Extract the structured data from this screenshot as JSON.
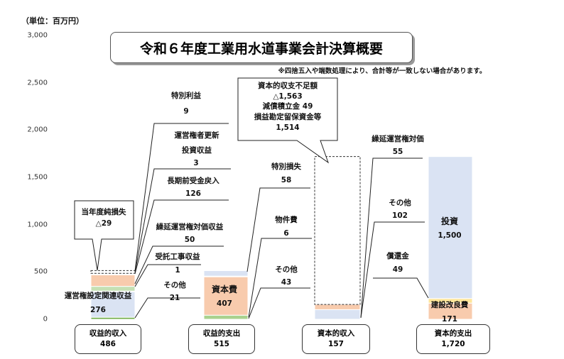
{
  "unit_label": "（単位：百万円）",
  "title": "令和６年度工業用水道事業会計決算概要",
  "note": "※四捨五入や端数処理により、合計等が一致しない場合があります。",
  "chart_data": {
    "type": "bar",
    "title": "令和６年度工業用水道事業会計決算概要",
    "ylabel": "百万円",
    "ylim": [
      0,
      3000
    ],
    "yticks": [
      "0",
      "500",
      "1,000",
      "1,500",
      "2,000",
      "2,500",
      "3,000"
    ],
    "categories": [
      {
        "name": "収益的収入",
        "total": "486"
      },
      {
        "name": "収益的支出",
        "total": "515"
      },
      {
        "name": "資本的収入",
        "total": "157"
      },
      {
        "name": "資本的支出",
        "total": "1,720"
      }
    ],
    "stacks": [
      [
        {
          "name": "その他",
          "value": 21,
          "color": "#70ad47"
        },
        {
          "name": "運営権設定関連収益",
          "value": 276,
          "color": "#dae3f3"
        },
        {
          "name": "受託工事収益",
          "value": 1,
          "color": "#ffffff"
        },
        {
          "name": "繰延運営権対価収益",
          "value": 50,
          "color": "#c5e0b4"
        },
        {
          "name": "長期前受金戻入",
          "value": 126,
          "color": "#f8cbad"
        },
        {
          "name": "運営権者更新投資収益",
          "value": 3,
          "color": "#ffe699"
        },
        {
          "name": "特別利益",
          "value": 9,
          "color": "#dae3f3"
        }
      ],
      [
        {
          "name": "その他",
          "value": 43,
          "color": "#a9d18e"
        },
        {
          "name": "資本費",
          "value": 407,
          "color": "#f8cbad"
        },
        {
          "name": "物件費",
          "value": 6,
          "color": "#ffffff"
        },
        {
          "name": "特別損失",
          "value": 58,
          "color": "#dae3f3"
        }
      ],
      [
        {
          "name": "その他",
          "value": 102,
          "color": "#dae3f3"
        },
        {
          "name": "繰延運営権対価",
          "value": 55,
          "color": "#f8cbad"
        }
      ],
      [
        {
          "name": "建設改良費",
          "value": 171,
          "color": "#f8cbad"
        },
        {
          "name": "償還金",
          "value": 49,
          "color": "#ffe699"
        },
        {
          "name": "投資",
          "value": 1500,
          "color": "#dae3f3"
        }
      ]
    ],
    "deficits": [
      {
        "column": 0,
        "value": 29
      },
      {
        "column": 2,
        "value": 1563
      }
    ]
  },
  "labels": {
    "c1": {
      "tokubetsu": "特別利益",
      "tokubetsu_v": "9",
      "koshin1": "運営権者更新",
      "koshin2": "投資収益",
      "koshin_v": "3",
      "choki": "長期前受金戻入",
      "choki_v": "126",
      "kurinobe": "繰延運営権対価収益",
      "kurinobe_v": "50",
      "jutaku": "受託工事収益",
      "jutaku_v": "1",
      "sonota": "その他",
      "sonota_v": "21",
      "settei": "運営権設定関連収益",
      "settei_v": "276"
    },
    "c2": {
      "shihon": "資本費",
      "shihon_v": "407",
      "sonshitsu": "特別損失",
      "sonshitsu_v": "58",
      "bukken": "物件費",
      "bukken_v": "6",
      "sonota": "その他",
      "sonota_v": "43"
    },
    "c3": {
      "kurinobe": "繰延運営権対価",
      "kurinobe_v": "55",
      "sonota": "その他",
      "sonota_v": "102",
      "shokan": "償還金",
      "shokan_v": "49"
    },
    "c4": {
      "toshi": "投資",
      "toshi_v": "1,500",
      "kensetsu": "建設改良費",
      "kensetsu_v": "171"
    }
  },
  "callouts": {
    "loss_label": "当年度純損失",
    "loss_value": "△29",
    "capital_l1": "資本的収支不足額",
    "capital_l2": "△1,563",
    "capital_l3": "減債積立金 49",
    "capital_l4": "損益勘定留保資金等",
    "capital_l5": "1,514"
  }
}
